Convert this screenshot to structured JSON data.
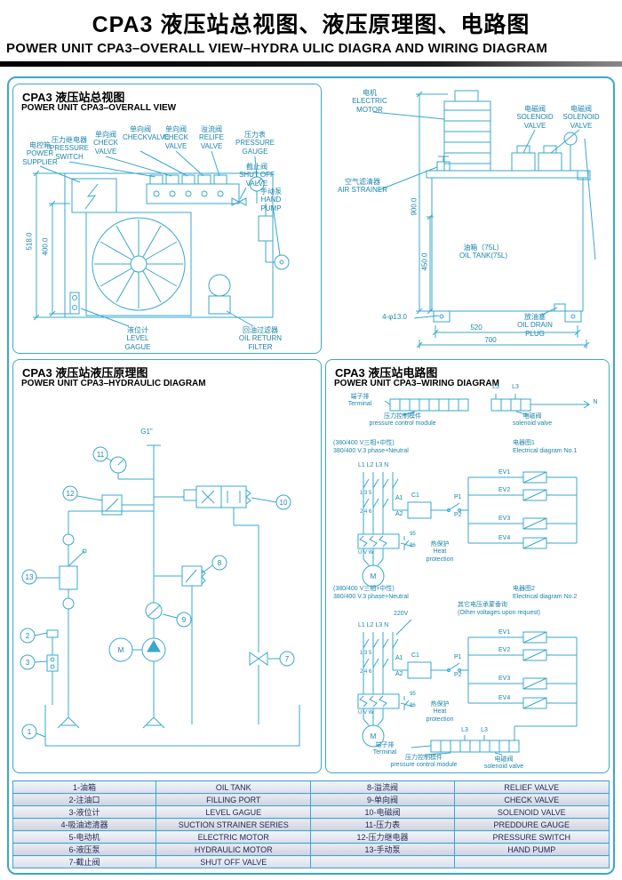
{
  "colors": {
    "line": "#3aa7cd",
    "label_text": "#1c84ab",
    "table_text": "#222c55",
    "title": "#000000"
  },
  "header": {
    "title_cn": "CPA3 液压站总视图、液压原理图、电路图",
    "title_en": "POWER UNIT CPA3–OVERALL VIEW–HYDRA ULIC DIAGRA AND WIRING DIAGRAM"
  },
  "overall": {
    "title_cn": "CPA3 液压站总视图",
    "title_en": "POWER UNIT CPA3–OVERALL VIEW",
    "labels": {
      "power": "电控箱\nPOWER\nSUPPLIER",
      "pswitch": "压力继电器\nPRESSURE\nSWITCH",
      "check1": "单向阀\nCHECK VALVE",
      "check2": "单向阀\nCHECKVALVE",
      "check3": "单向阀\nCHECK VALVE",
      "relief": "溢流阀\nRELIFE VALVE",
      "gauge": "压力表\nPRESSURE GAUGE",
      "shutoff": "截止阀\nSHUT OFF VALVE",
      "handpump": "手动泵\nHAND PUMP",
      "level": "液位计\nLEVEL GAGUE",
      "filter": "回油过滤器\nOIL RETURN FILTER"
    },
    "dims": {
      "d518": "518.0",
      "d400": "400.0"
    }
  },
  "side": {
    "labels": {
      "motor": "电机\nELECTRIC MOTOR",
      "sv1": "电磁阀\nSOLENOID\nVALVE",
      "sv2": "电磁阀\nSOLENOID\nVALVE",
      "air": "空气滤清器\nAIR STRAINER",
      "tank": "油箱（75L）\nOIL TANK(75L)",
      "drain": "放油塞\nOIL DRAIN PLUG"
    },
    "dims": {
      "d900": "900.0",
      "d450": "450.0",
      "holes": "4-φ13.0",
      "d520": "520",
      "d700": "700"
    }
  },
  "hyd": {
    "title_cn": "CPA3 液压站液压原理图",
    "title_en": "POWER UNIT CPA3–HYDRAULIC DIAGRAM",
    "port": "G1\"",
    "motor": "M",
    "balloons": {
      "b1": "1",
      "b2": "2",
      "b3": "3",
      "b7": "7",
      "b8": "8",
      "b9": "9",
      "b10": "10",
      "b11": "11",
      "b12": "12",
      "b13": "13"
    }
  },
  "wiring": {
    "title_cn": "CPA3 液压站电路图",
    "title_en": "POWER UNIT CPA3–WIRING DIAGRAM",
    "top": {
      "terminal": "端子排\nTerminal",
      "l3a": "L3",
      "l3b": "L3",
      "n": "N",
      "pcm": "压力控制模件\npressure control module",
      "sv": "电磁阀\nsolenoid valve"
    },
    "diag1": {
      "supply": "(380/400 V三相+中性)\n380/400 V.3 phase+Neutral",
      "name": "电器图1\nElectrical diagram No.1",
      "phases": "L1 L2 L3 N",
      "c135": "1 3 5",
      "c246": "2 4 6",
      "c1": "C1",
      "a1": "A1",
      "a2": "A2",
      "p1": "P1",
      "p2": "P2",
      "n95": "95",
      "n96": "96",
      "heat": "热保护\nHeat\nprotection",
      "uvw": "U V W",
      "motor": "M",
      "ev1": "EV1",
      "ev2": "EV2",
      "ev3": "EV3",
      "ev4": "EV4"
    },
    "diag2": {
      "supply": "(380/400 V三相+中性)\n380/400 V.3 phase+Neutral",
      "name": "电器图2\nElectrical diagram No.2",
      "other": "其它电压承蒙垂询\n(Other voltages upon request)",
      "v220": "220V",
      "phases": "L1 L2 L3 N",
      "c135": "1 3 5",
      "c246": "2 4 6",
      "c1": "C1",
      "a1": "A1",
      "a2": "A2",
      "p1": "P1",
      "p2": "P2",
      "n95": "95",
      "n96": "96",
      "heat": "热保护\nHeat\nprotection",
      "uvw": "U V W",
      "motor": "M",
      "ev1": "EV1",
      "ev2": "EV2",
      "ev3": "EV3",
      "ev4": "EV4"
    },
    "bottom": {
      "terminal": "端子排\nTerminal",
      "l3a": "L3",
      "l3b": "L3",
      "pcm": "压力控制模件\npressure control module",
      "sv": "电磁阀\nsolenoid valve"
    }
  },
  "table": {
    "rows": [
      [
        "1-油箱",
        "OIL TANK",
        "8-溢流阀",
        "RELIEF VALVE"
      ],
      [
        "2-注油口",
        "FILLING PORT",
        "9-单向阀",
        "CHECK VALVE"
      ],
      [
        "3-液位计",
        "LEVEL GAGUE",
        "10-电磁阀",
        "SOLENOID VALVE"
      ],
      [
        "4-吸油滤清器",
        "SUCTION STRAINER SERIES",
        "11-压力表",
        "PREDDURE GAUGE"
      ],
      [
        "5-电动机",
        "ELECTRIC MOTOR",
        "12-压力继电器",
        "PRESSURE SWITCH"
      ],
      [
        "6-液压泵",
        "HYDRAULIC MOTOR",
        "13-手动泵",
        "HAND PUMP"
      ],
      [
        "7-截止阀",
        "SHUT OFF VALVE",
        "",
        ""
      ]
    ]
  }
}
